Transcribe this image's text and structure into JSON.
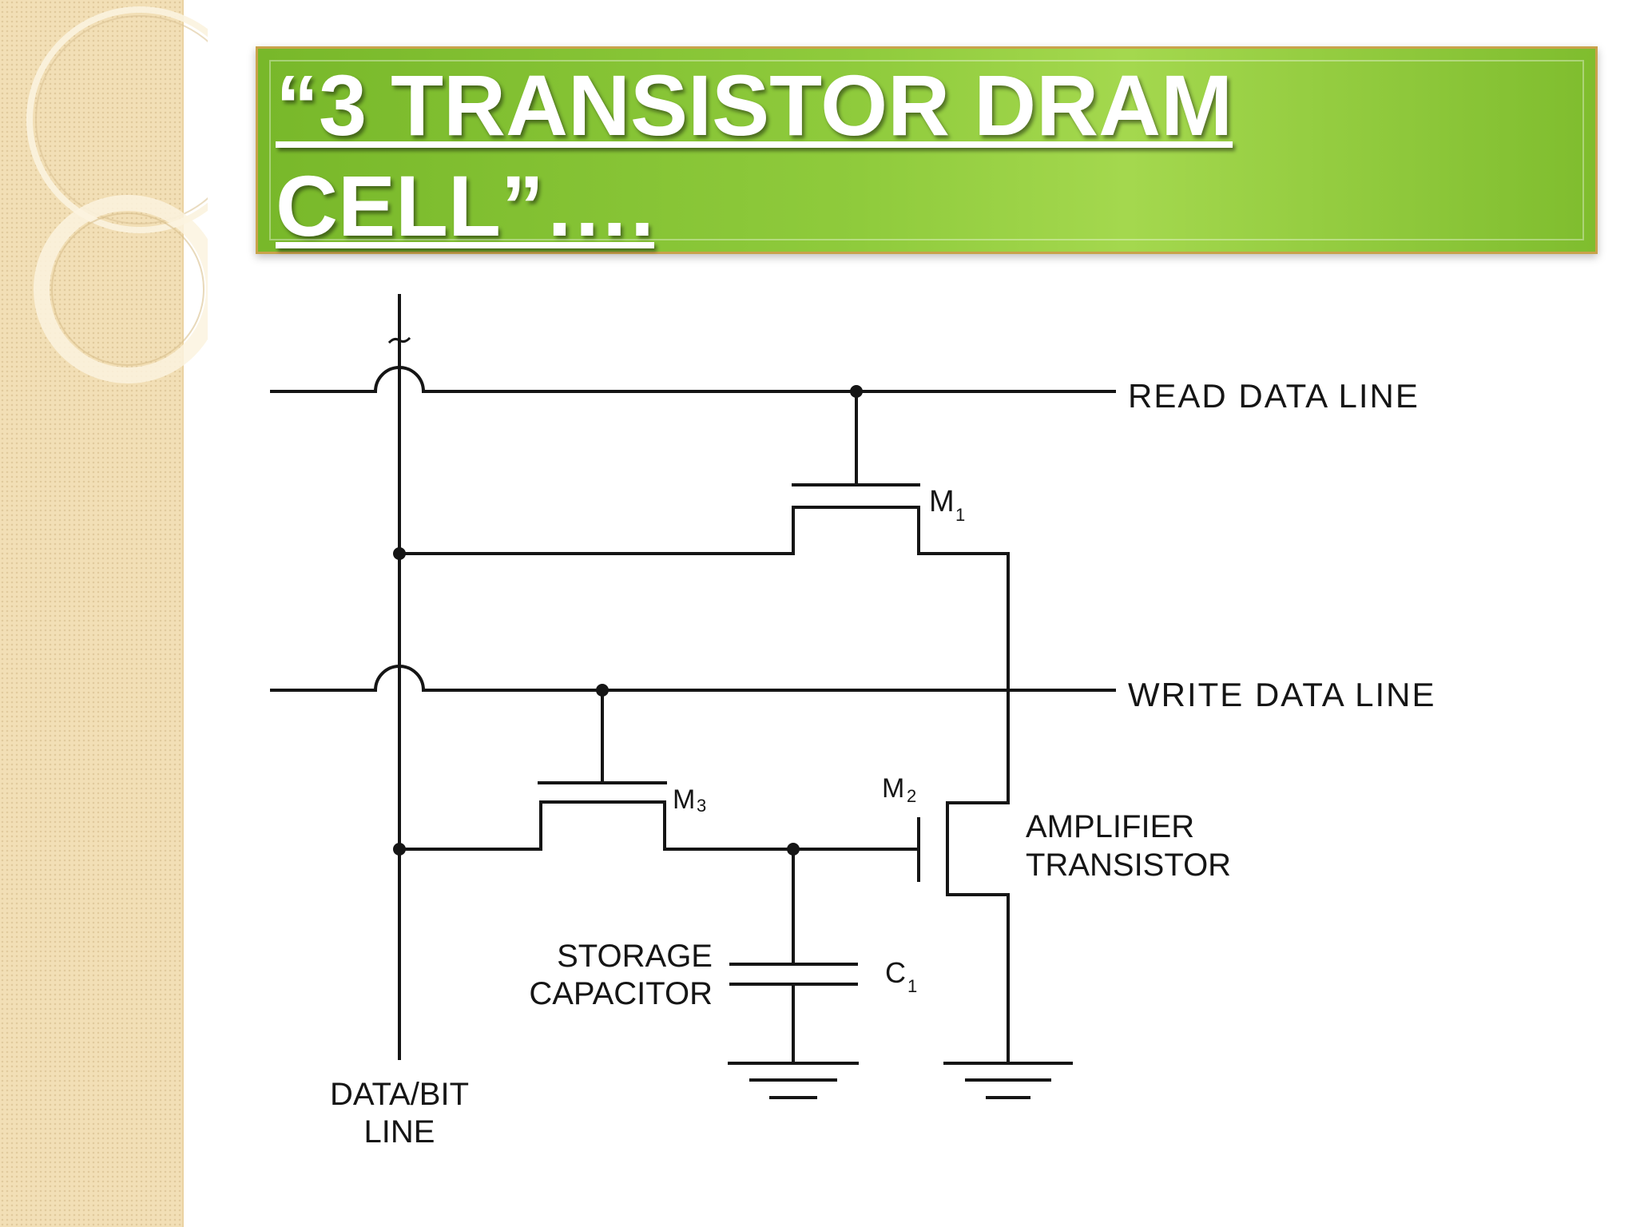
{
  "slide": {
    "title": "“3 TRANSISTOR DRAM CELL”…."
  },
  "diagram": {
    "labels": {
      "read_line": "READ DATA LINE",
      "write_line": "WRITE DATA LINE",
      "m1": "M",
      "m1_sub": "1",
      "m3": "M",
      "m3_sub": "3",
      "m2": "M",
      "m2_sub": "2",
      "amplifier_1": "AMPLIFIER",
      "amplifier_2": "TRANSISTOR",
      "storage_1": "STORAGE",
      "storage_2": "CAPACITOR",
      "c1": "C",
      "c1_sub": "1",
      "bitline_1": "DATA/BIT",
      "bitline_2": "LINE"
    },
    "colors": {
      "banner": "#8fcb3c",
      "side_panel": "#f2dfb6",
      "ink": "#151515"
    }
  }
}
